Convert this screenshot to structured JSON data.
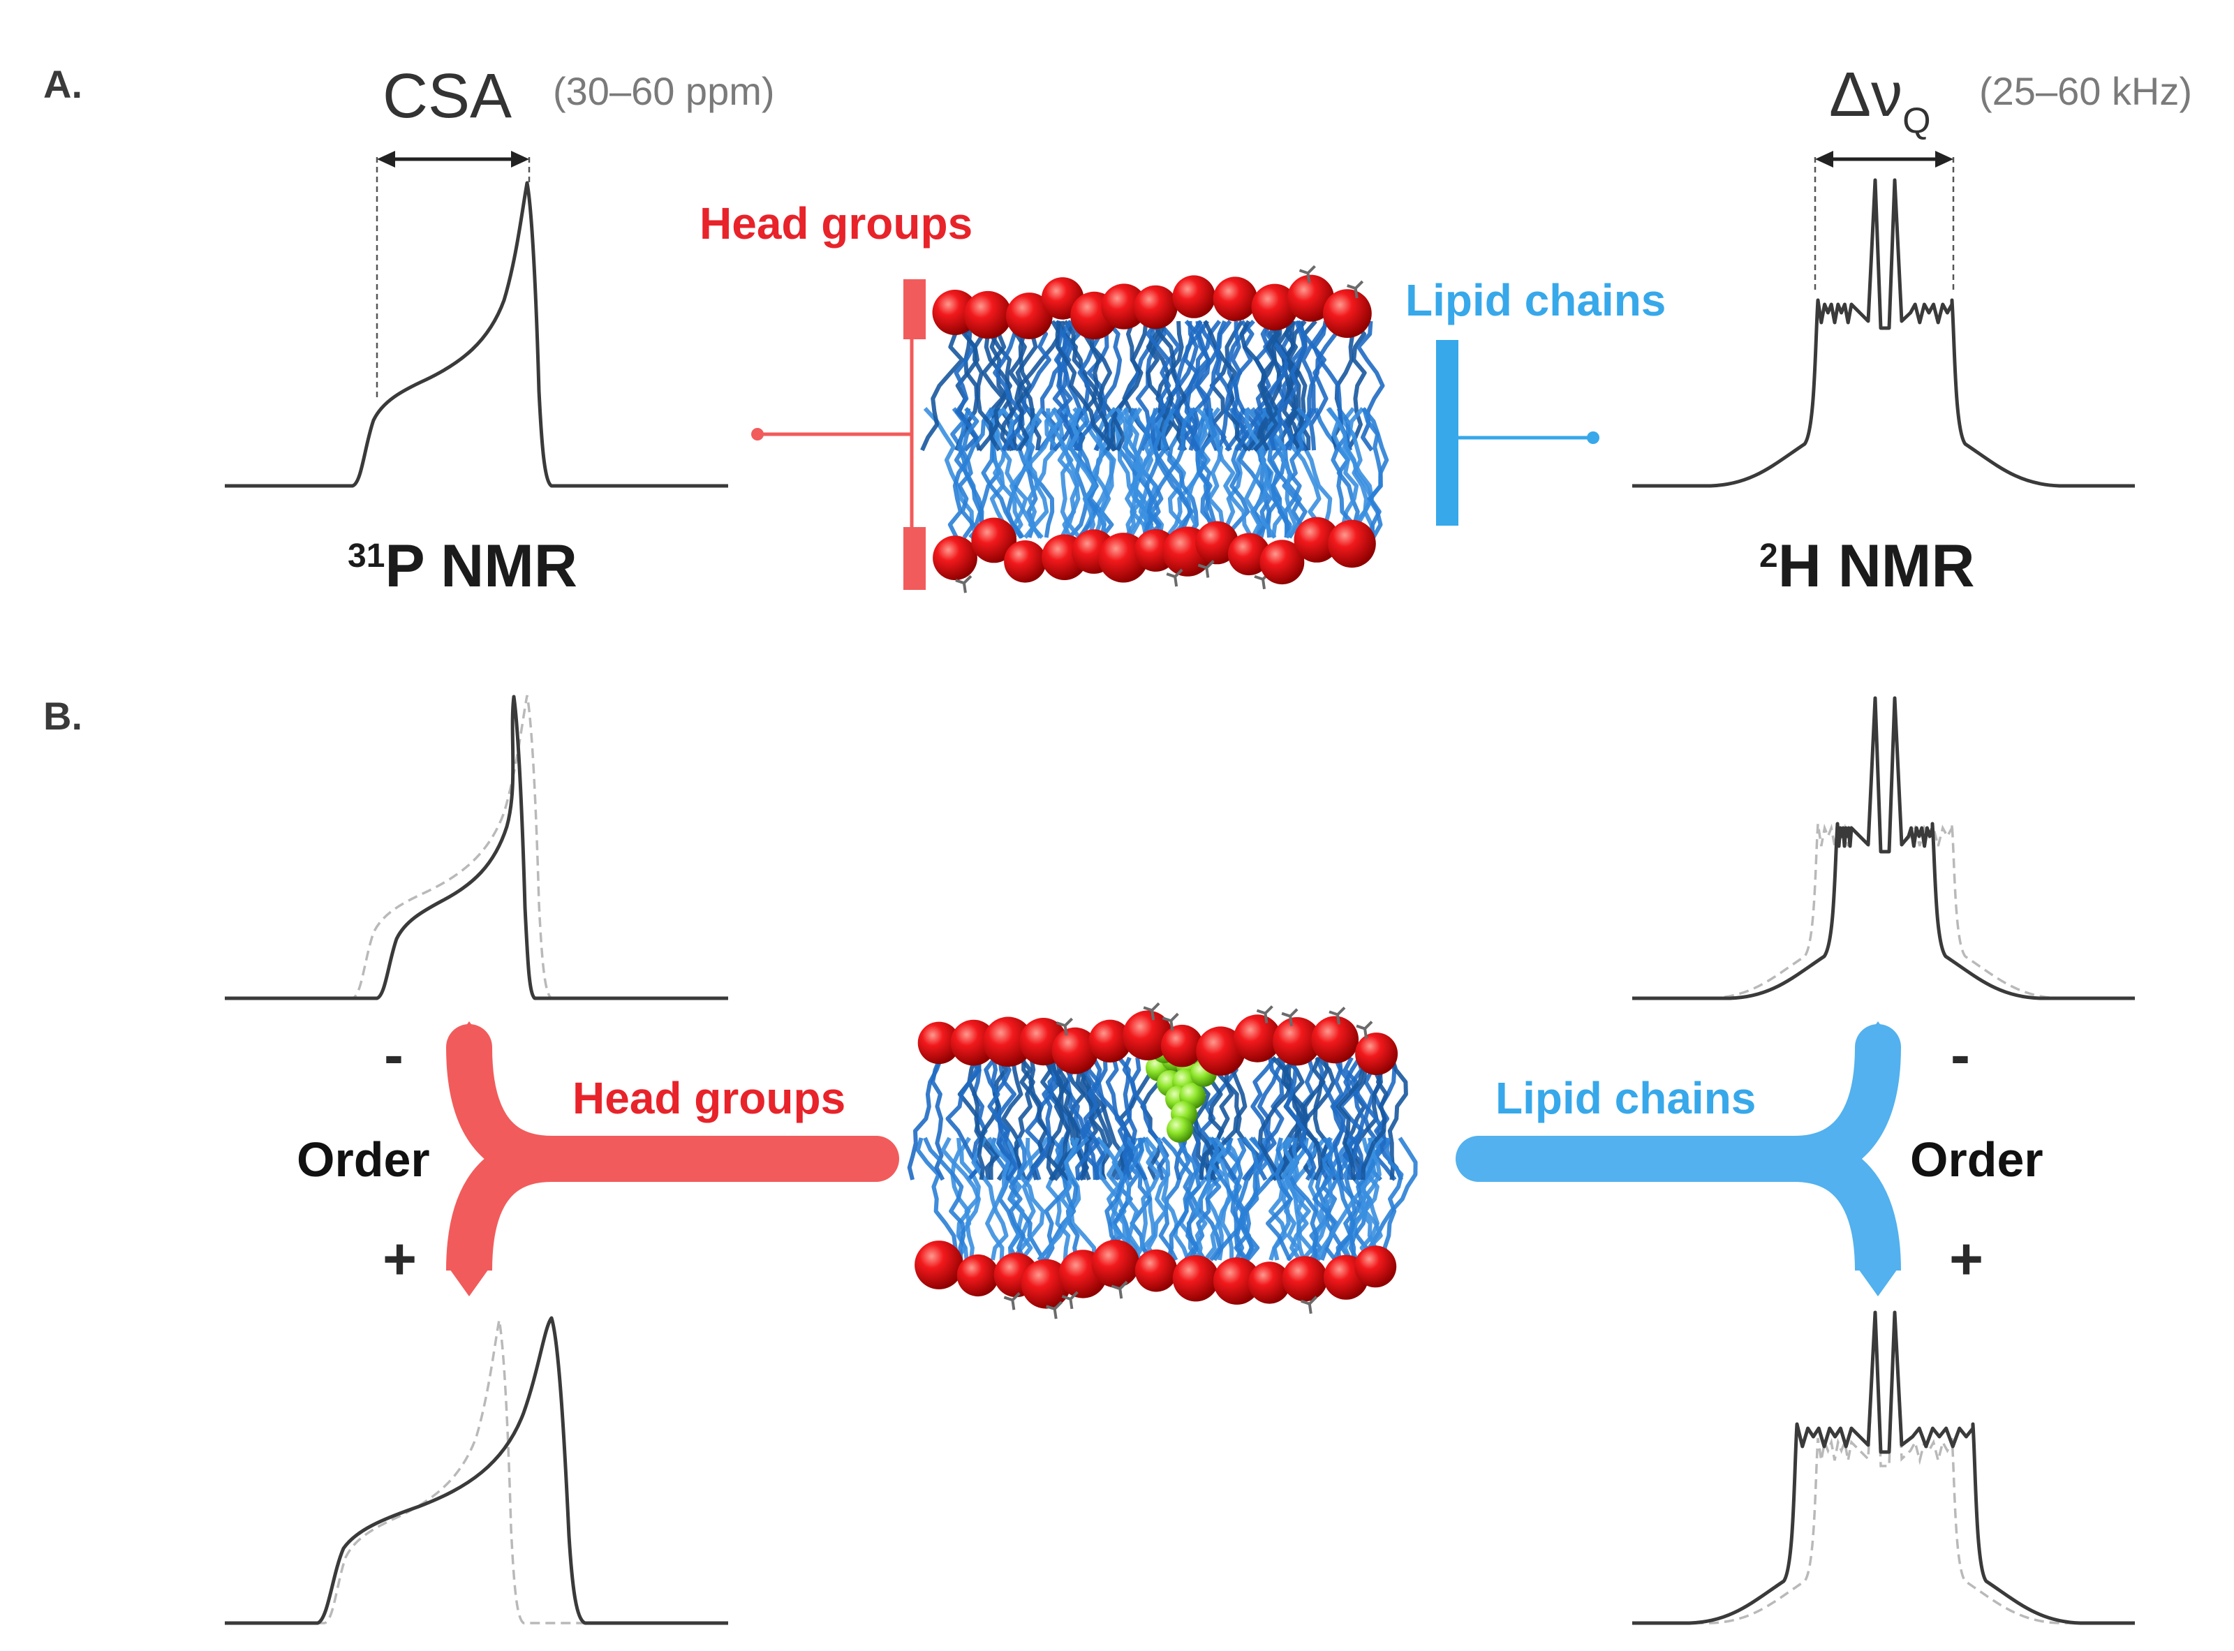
{
  "panel_a": {
    "label": "A.",
    "csa_label": "CSA",
    "csa_range": "(30–60 ppm)",
    "dq_label": "Δν",
    "dq_sub": "Q",
    "dq_range": "(25–60 kHz)",
    "p_nmr_sup": "31",
    "p_nmr_label": "P NMR",
    "h_nmr_sup": "2",
    "h_nmr_label": "H NMR",
    "head_groups": "Head groups",
    "lipid_chains": "Lipid chains"
  },
  "panel_b": {
    "label": "B.",
    "head_groups": "Head groups",
    "lipid_chains": "Lipid chains",
    "order_left": "Order",
    "order_right": "Order",
    "minus": "-",
    "plus": "+"
  },
  "colors": {
    "head_red": "#e8232a",
    "arrow_red": "#f25b5b",
    "chain_blue": "#37a8ea",
    "tail_blue": "#1f6bc4",
    "ligand_green": "#8ee62a",
    "spectrum": "#3a3a3a",
    "reference": "#b9b9b9"
  },
  "icons": [
    "membrane-bilayer",
    "ligand-molecule",
    "split-arrow-left",
    "split-arrow-right"
  ]
}
